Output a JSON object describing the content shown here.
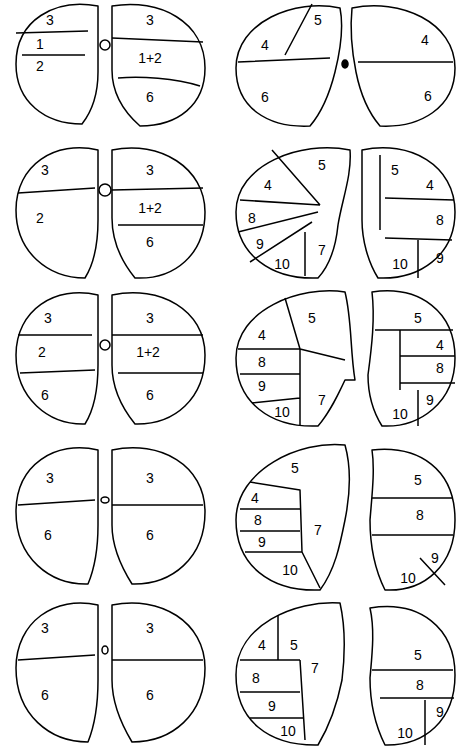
{
  "diagram": {
    "labels": [
      "3",
      "1",
      "2",
      "3",
      "1+2",
      "6",
      "5",
      "4",
      "4",
      "6",
      "6",
      "3",
      "3",
      "2",
      "1+2",
      "6",
      "5",
      "5",
      "4",
      "4",
      "8",
      "8",
      "9",
      "7",
      "9",
      "10",
      "10",
      "3",
      "3",
      "2",
      "1+2",
      "6",
      "6",
      "5",
      "5",
      "4",
      "4",
      "8",
      "8",
      "9",
      "9",
      "10",
      "7",
      "10",
      "3",
      "3",
      "6",
      "6",
      "5",
      "5",
      "4",
      "8",
      "8",
      "7",
      "9",
      "9",
      "10",
      "10",
      "3",
      "3",
      "6",
      "6",
      "4",
      "5",
      "5",
      "7",
      "8",
      "8",
      "9",
      "9",
      "10",
      "10"
    ]
  }
}
